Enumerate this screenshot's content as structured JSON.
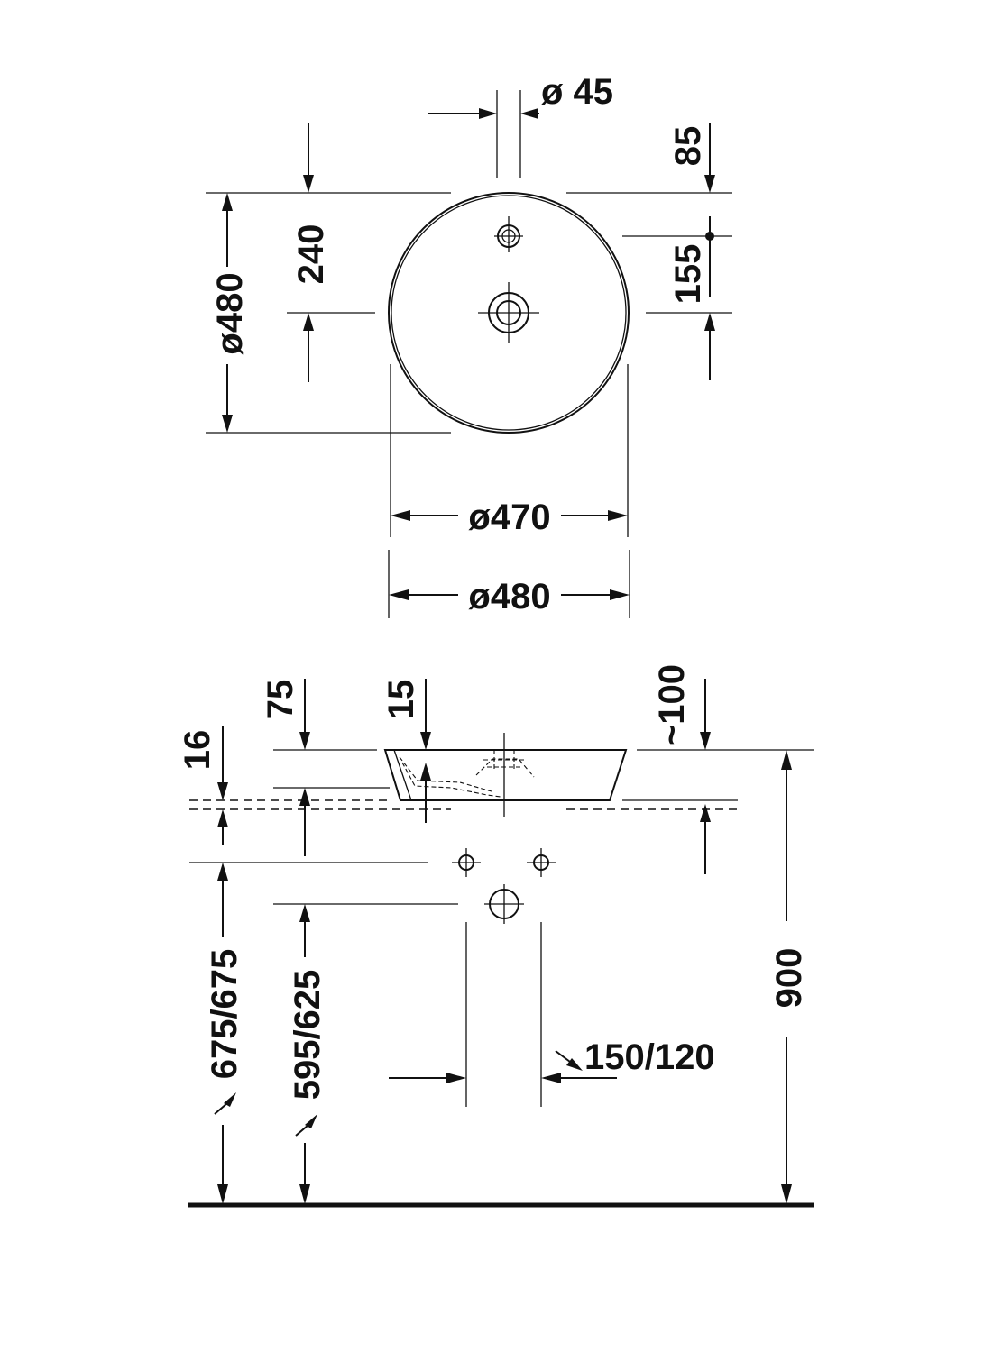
{
  "top_view": {
    "tap_hole_diameter": "ø 45",
    "tap_offset_top": "85",
    "waste_offset_from_tap": "155",
    "waste_offset_from_top": "240",
    "outer_depth_diameter": "ø480",
    "inner_width_diameter": "ø470",
    "outer_width_diameter": "ø480"
  },
  "side_view": {
    "rim_height": "75",
    "overflow_height": "15",
    "projection": "~100",
    "slab_thickness": "16",
    "total_height": "900",
    "supply_height": "675/675",
    "waste_height": "595/625",
    "supply_spacing": "150/120"
  }
}
